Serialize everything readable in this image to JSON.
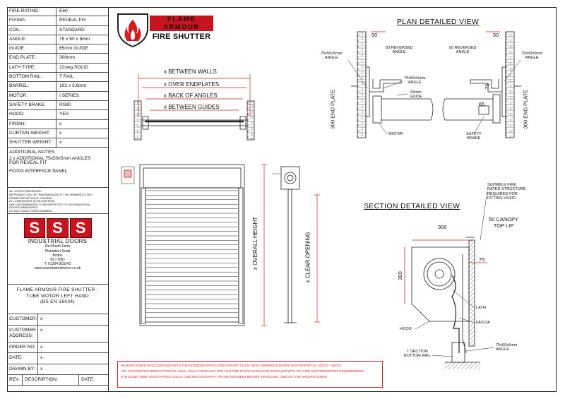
{
  "spec_table": [
    {
      "key": "FIRE RATING:",
      "value": "E60"
    },
    {
      "key": "FIXING:",
      "value": "REVEAL FIX"
    },
    {
      "key": "COIL:",
      "value": "STANDARD"
    },
    {
      "key": "ANGLE:",
      "value": "75 x 50 x 5mm"
    },
    {
      "key": "GUIDE",
      "value": "65mm GUIDE"
    },
    {
      "key": "END PLATE:",
      "value": "300mm"
    },
    {
      "key": "LATH TYPE:",
      "value": "22swg SOLID"
    },
    {
      "key": "BOTTOM RAIL:",
      "value": "T RAIL"
    },
    {
      "key": "BARREL:",
      "value": "102 x 3.6mm"
    },
    {
      "key": "MOTOR:",
      "value": "I SERIES"
    },
    {
      "key": "SAFETY BRAKE:",
      "value": "RS80"
    },
    {
      "key": "HOOD:",
      "value": "YES"
    },
    {
      "key": "FINISH:",
      "value": "x"
    },
    {
      "key": "CURTAIN WEIGHT:",
      "value": "x"
    },
    {
      "key": "SHUTTER WEIGHT:",
      "value": "x"
    }
  ],
  "notes": {
    "heading": "ADDITIONAL NOTES:",
    "line1": "2 x ADDITIONAL 75x50x5mm ANGLES",
    "line2": "FOR REVEAL FIT",
    "line3": "FCP03 INTERFACE PANEL"
  },
  "fine_print": [
    "ALL RIGHTS RESERVED.",
    "REPRODUCTION OR TRANSMISSION OF THE DRAWING IS NOT",
    "PERMITTED WITHOUT CONSENT",
    "ALL DIMENSIONS IN MILLIMETERS",
    "ANY DISCREPANCIES TO BE REPORTED TO SSS INDUSTRIAL",
    "DOORS IMMEDIATELY",
    "DO NOT SCALE FROM DRAWING"
  ],
  "company": {
    "logo_letters": [
      "S",
      "S",
      "S"
    ],
    "name": "INDUSTRIAL DOORS",
    "address": [
      "Red Barth Farm",
      "Plantation Road",
      "Bolton",
      "BL7 0DD",
      "T: 01204 853243",
      "www.sssindustrialdoors.co.uk"
    ]
  },
  "drawing_title": [
    "FLAME ARMOUR FIRE SHUTTER -",
    "TUBE MOTOR LEFT HAND",
    "(BS EN 16034)"
  ],
  "info_rows": [
    {
      "key": "CUSTOMER:",
      "value": "x"
    },
    {
      "key": "CUSTOMER ADDRESS:",
      "value": "x"
    },
    {
      "key": "ORDER NO:",
      "value": "x"
    },
    {
      "key": "DATE:",
      "value": "x"
    },
    {
      "key": "DRAWN BY:",
      "value": "x"
    }
  ],
  "revision": {
    "rev": "REV.",
    "description": "DESCRIPTION:",
    "date": "DATE:"
  },
  "brand": {
    "title": "FLAME ARMOUR",
    "subtitle": "FIRE SHUTTER"
  },
  "elevation": {
    "between_walls": "x BETWEEN WALLS",
    "over_endplates": "x OVER ENDPLATES",
    "back_of_angles": "x BACK OF ANGLES",
    "between_guides": "x BETWEEN GUIDES",
    "overall_height": "x OVERALL HEIGHT",
    "clear_opening": "x CLEAR OPENING"
  },
  "plan_view": {
    "title": "PLAN DETAILED VIEW",
    "dim_50_left": "50",
    "dim_50_right": "50",
    "reversed_angle_left": "50 REVERSED\nANGLE",
    "reversed_angle_right": "50 REVERSED\nANGLE",
    "angle_left": "75x50x5mm\nANGLE",
    "angle_right": "75x50x5mm\nANGLE",
    "angle_mid": "75x50x5mm\nANGLE",
    "guide": "65mm\nGUIDE",
    "endplate_left": "300 END PLATE",
    "endplate_right": "300 END PLATE",
    "dim_75": "75",
    "dim_65": "65",
    "motor": "MOTOR",
    "safety_brake": "SAFETY\nBRAKE"
  },
  "section_view": {
    "title": "SECTION DETAILED VIEW",
    "fire_note": "SUITABLE FIRE\nRATED STRUCTURE\nREQUIRED FOR\nFITTING HOOD",
    "canopy": "50 CANOPY\nTOP LIP",
    "dim_300_top": "300",
    "dim_300_side": "300",
    "dim_75": "75",
    "lath": "LATH",
    "fascia": "FASCIA",
    "hood": "HOOD",
    "bottom_rail": "T SECTION\nBOTTOM RAIL",
    "angle": "75x50x5mm\nANGLE"
  },
  "red_note": {
    "line1": "MANUFACTURED IN ACCORDANCE WITH THE EXTENDED APPLICATION REPORT ON EN 16034 / WARRINGTON FIRE TEST REPORT No. 440733 - 440734",
    "line2": "ANY SHUTTER NOT BEING FITTED TO A WALL FULLY COMPLIANT WITH THE FIRE RATING SHOULD BE INSTALLED WITH ANY FIRE SHUTTER REPORT REQUIREMENTS",
    "line3": "IF IN DOUBT SEEK ADVICE FROM A LOCAL CONTROL AUTHORITY OR FIRE ENGINEER BEFORE INSTALLING. CONTACT THE MANUFACTURER."
  },
  "colors": {
    "accent_red": "#c8141e",
    "line": "#222222",
    "dim_line": "#cc2222"
  }
}
